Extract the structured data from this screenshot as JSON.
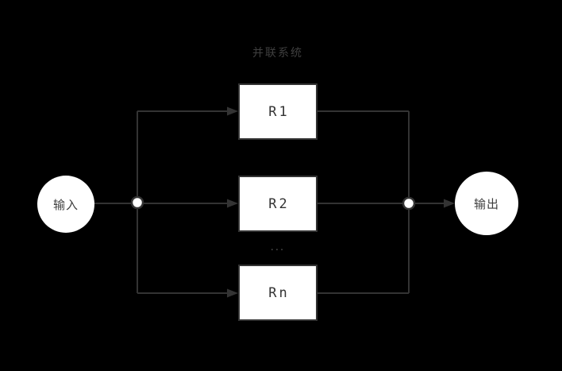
{
  "diagram": {
    "title": "并联系统",
    "input_label": "输入",
    "output_label": "输出",
    "ellipsis": "...",
    "blocks": [
      {
        "label": "R1"
      },
      {
        "label": "R2"
      },
      {
        "label": "Rn"
      }
    ],
    "colors": {
      "background": "#000000",
      "wire": "#333333",
      "node_fill": "#ffffff",
      "node_border": "#333333",
      "text": "#3d3d3d"
    }
  }
}
